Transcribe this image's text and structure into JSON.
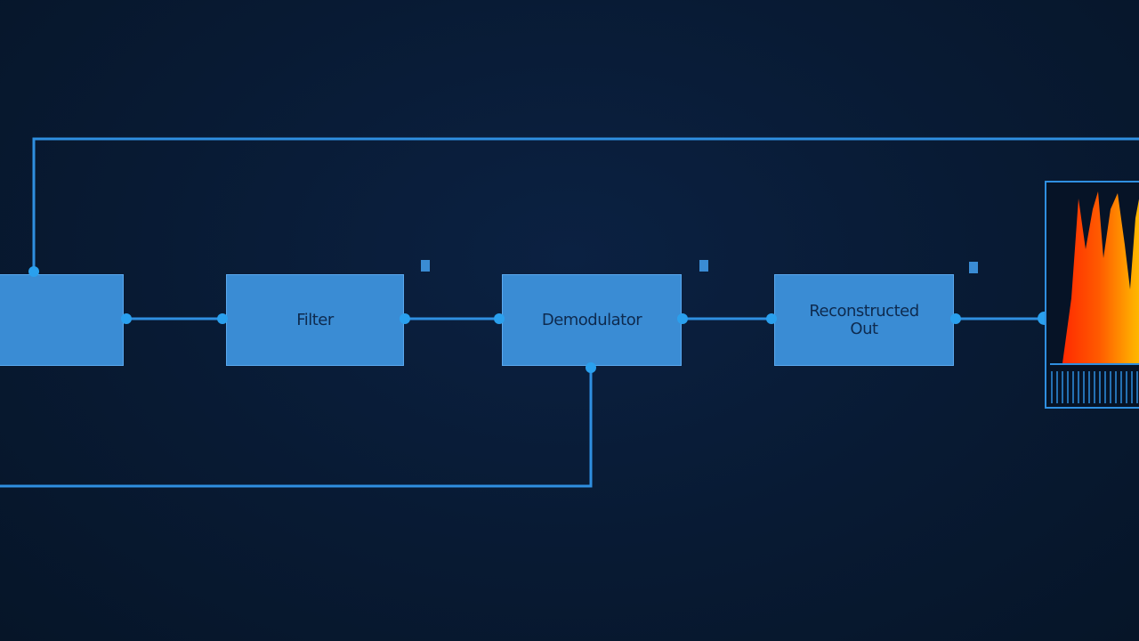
{
  "diagram": {
    "blocks": [
      {
        "id": "source",
        "label": ""
      },
      {
        "id": "filter",
        "label": "Filter"
      },
      {
        "id": "demodulator",
        "label": "Demodulator"
      },
      {
        "id": "output",
        "label": "Reconstructed\nOut"
      }
    ],
    "connections": [
      {
        "from": "source",
        "to": "filter"
      },
      {
        "from": "filter",
        "to": "demodulator"
      },
      {
        "from": "demodulator",
        "to": "output"
      },
      {
        "from": "output",
        "to": "spectrum-display"
      },
      {
        "from": "source",
        "to": "spectrum-display",
        "route": "top-feedback"
      },
      {
        "from": "demodulator",
        "to": "left-offscreen",
        "route": "bottom-feedback"
      }
    ],
    "spectrum": {
      "colors": [
        "#ff1a00",
        "#ff6a00",
        "#ffb000",
        "#ffe000"
      ],
      "peaks": [
        0.86,
        0.92,
        0.9,
        0.96
      ]
    },
    "colors": {
      "background": "#071a33",
      "wire": "#2f8fe0",
      "block": "#3a8cd4",
      "port": "#2aa0ee"
    }
  }
}
